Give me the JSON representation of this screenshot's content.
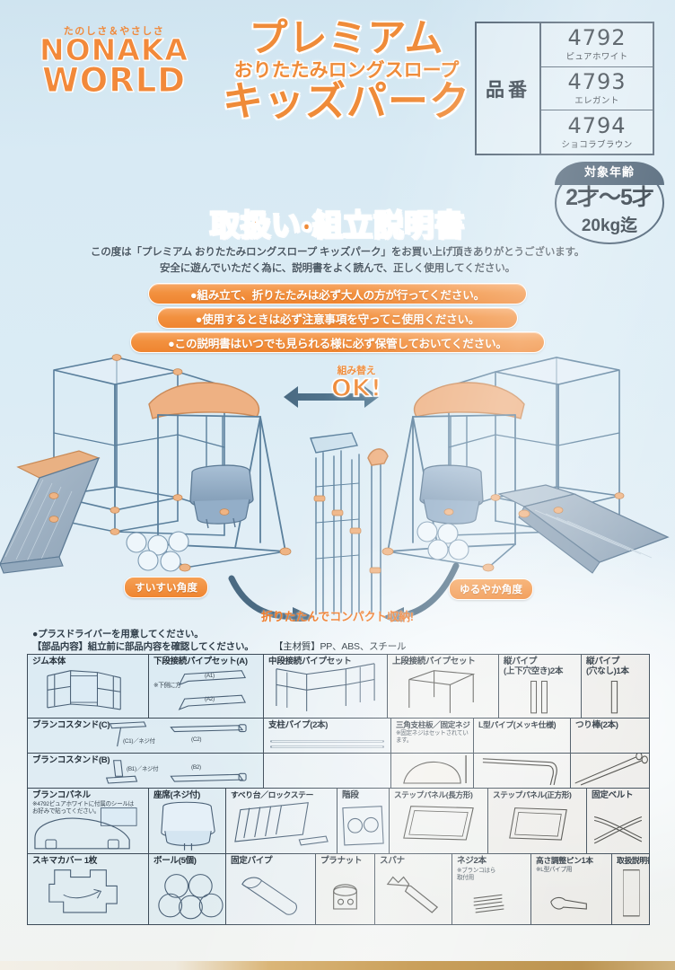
{
  "brand": {
    "tagline": "たのしさ＆やさしさ",
    "line1": "NONAKA",
    "line2": "WORLD"
  },
  "product_number_table": {
    "header": "品番",
    "rows": [
      {
        "code": "4792",
        "color_name": "ピュアホワイト"
      },
      {
        "code": "4793",
        "color_name": "エレガント"
      },
      {
        "code": "4794",
        "color_name": "ショコラブラウン"
      }
    ]
  },
  "title": {
    "line1": "プレミアム",
    "line2": "おりたたみロングスロープ",
    "line3": "キッズパーク"
  },
  "age_badge": {
    "header": "対象年齢",
    "age": "2才～5才",
    "weight": "20kg迄"
  },
  "manual": {
    "heading": "取扱い・組立説明書",
    "lead1": "この度は「プレミアム おりたたみロングスロープ キッズパーク」をお買い上げ頂きありがとうございます。",
    "lead2": "安全に遊んでいただく為に、説明書をよく読んで、正しく使用してください。"
  },
  "notices": [
    "●組み立て、折りたたみは必ず大人の方が行ってください。",
    "●使用するときは必ず注意事項を守ってこ使用ください。",
    "●この説明書はいつでも見られる様に必ず保管しておいてください。"
  ],
  "illustration": {
    "rearrange_small": "組み替え",
    "rearrange_big": "OK!",
    "label_left": "すいすい角度",
    "label_right": "ゆるやか角度",
    "compact_caption": "折りたたんでコンパクト収納!"
  },
  "pre_table_notes": {
    "note1": "●プラスドライバーを用意してください。",
    "note2": "【部品内容】組立前に部品内容を確認してください。",
    "note3": "【主材質】PP、ABS、スチール"
  },
  "parts_table": {
    "row1": [
      {
        "name": "ジム本体",
        "sub": "",
        "icon": "gym-frame-icon"
      },
      {
        "name": "下段接続パイプセット(A)",
        "sub": "※下側に方",
        "marks": [
          "(A1)",
          "(A2)"
        ],
        "icon": "lower-pipe-set-icon"
      },
      {
        "name": "中段接続パイプセット",
        "sub": "",
        "icon": "middle-pipe-set-icon"
      },
      {
        "name": "上段接続パイプセット",
        "sub": "",
        "icon": "upper-pipe-set-icon"
      },
      {
        "name": "縦パイプ\n(上下穴空き)2本",
        "sub": "",
        "icon": "vertical-pipe-holes-icon"
      },
      {
        "name": "縦パイプ\n(穴なし)1本",
        "sub": "",
        "icon": "vertical-pipe-plain-icon"
      }
    ],
    "row2a": [
      {
        "name": "ブランコスタンド(C)",
        "marks": [
          "(C1)／ネジ付",
          "(C2)"
        ],
        "icon": "swing-stand-c-icon"
      },
      {
        "name": "支柱パイプ(2本)",
        "sub": "",
        "icon": "support-pipe-icon"
      },
      {
        "name": "三角支柱板／固定ネジ",
        "sub": "※固定ネジはセットされています。",
        "icon": "triangle-plate-icon"
      },
      {
        "name": "L型パイプ(メッキ仕様)",
        "sub": "",
        "icon": "l-pipe-icon"
      },
      {
        "name": "つり棒(2本)",
        "sub": "",
        "icon": "hanging-bar-icon"
      }
    ],
    "row2b": [
      {
        "name": "ブランコスタンド(B)",
        "marks": [
          "(B1)／ネジ付",
          "(B2)"
        ],
        "icon": "swing-stand-b-icon"
      }
    ],
    "row3": [
      {
        "name": "ブランコパネル",
        "sub": "※4792ピュアホワイトに付属のシールは\nお好みで貼ってください。",
        "icon": "swing-panel-icon"
      },
      {
        "name": "座席(ネジ付)",
        "sub": "",
        "icon": "seat-icon"
      },
      {
        "name": "すべり台／ロックステー",
        "sub": "",
        "icon": "slide-lockstay-icon"
      },
      {
        "name": "階段",
        "sub": "",
        "icon": "stairs-icon"
      },
      {
        "name": "ステップパネル(長方形)",
        "sub": "",
        "icon": "step-panel-rect-icon"
      },
      {
        "name": "ステップパネル(正方形)",
        "sub": "",
        "icon": "step-panel-square-icon"
      },
      {
        "name": "固定ベルト",
        "sub": "",
        "icon": "fixing-belt-icon"
      }
    ],
    "row4": [
      {
        "name": "スキマカバー 1枚",
        "sub": "",
        "icon": "gap-cover-icon"
      },
      {
        "name": "ボール(5個)",
        "sub": "",
        "icon": "ball-icon"
      },
      {
        "name": "固定パイプ",
        "sub": "",
        "icon": "fixing-pipe-icon"
      },
      {
        "name": "プラナット",
        "sub": "",
        "icon": "plastic-nut-icon"
      },
      {
        "name": "スパナ",
        "sub": "",
        "icon": "spanner-icon"
      },
      {
        "name": "ネジ2本",
        "sub": "※ブランコはら\n取付用",
        "icon": "screw-icon"
      },
      {
        "name": "高さ調整ピン1本",
        "sub": "※L型パイプ用",
        "icon": "height-pin-icon"
      },
      {
        "name": "取扱説明書(本書)",
        "sub": "",
        "icon": "manual-book-icon"
      }
    ]
  },
  "colors": {
    "orange": "#ef8b39",
    "dark_blue": "#3f566b",
    "paper_blue": "#d8eaf4",
    "table_border": "#3c4a57"
  }
}
